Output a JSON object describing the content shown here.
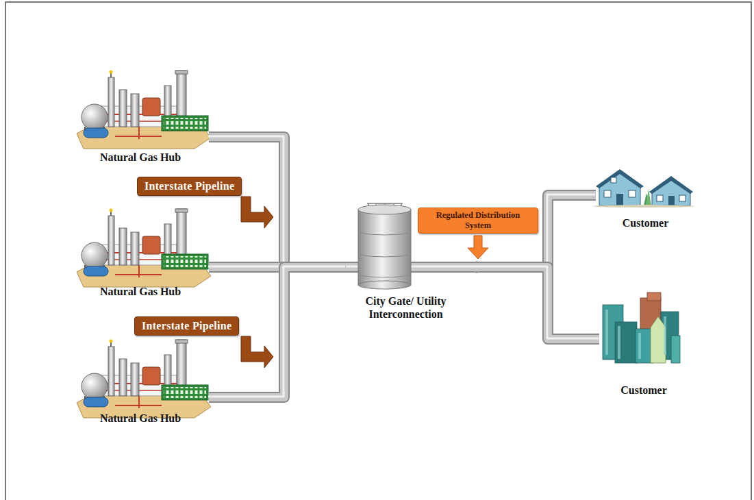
{
  "diagram": {
    "nodes": [
      {
        "text": [
          "Natural Gas Hub"
        ]
      },
      {
        "text": [
          "Interstate Pipeline"
        ]
      },
      {
        "text": [
          "Natural Gas Hub"
        ]
      },
      {
        "text": [
          "Interstate Pipeline"
        ]
      },
      {
        "text": [
          "Natural Gas Hub"
        ]
      },
      {
        "text": [
          "City Gate/ Utility Interconnection"
        ]
      },
      {
        "text": [
          "Regulated Distribution System"
        ]
      },
      {
        "text": [
          "Customer"
        ]
      },
      {
        "text": [
          "Customer"
        ]
      }
    ],
    "edges": [
      {
        "from": 0,
        "to": 5,
        "arrow": "none"
      },
      {
        "from": 2,
        "to": 5,
        "arrow": "none"
      },
      {
        "from": 4,
        "to": 5,
        "arrow": "none"
      },
      {
        "from": 5,
        "to": 7,
        "arrow": "none"
      },
      {
        "from": 5,
        "to": 8,
        "arrow": "none"
      }
    ]
  }
}
